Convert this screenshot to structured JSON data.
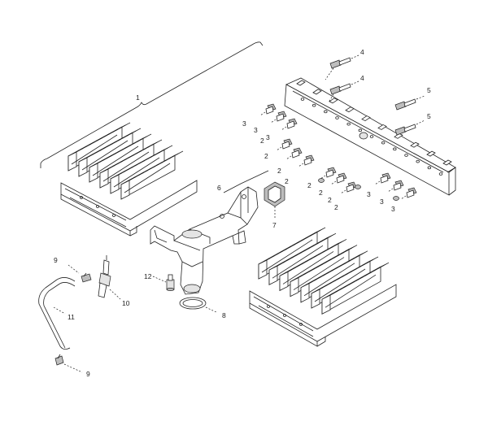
{
  "callouts": [
    {
      "id": "c1",
      "text": "1"
    },
    {
      "id": "c2a",
      "text": "2"
    },
    {
      "id": "c2b",
      "text": "2"
    },
    {
      "id": "c2c",
      "text": "2"
    },
    {
      "id": "c2d",
      "text": "2"
    },
    {
      "id": "c2e",
      "text": "2"
    },
    {
      "id": "c2f",
      "text": "2"
    },
    {
      "id": "c2g",
      "text": "2"
    },
    {
      "id": "c2h",
      "text": "2"
    },
    {
      "id": "c3a",
      "text": "3"
    },
    {
      "id": "c3b",
      "text": "3"
    },
    {
      "id": "c3c",
      "text": "3"
    },
    {
      "id": "c3d",
      "text": "3"
    },
    {
      "id": "c3e",
      "text": "3"
    },
    {
      "id": "c3f",
      "text": "3"
    },
    {
      "id": "c4a",
      "text": "4"
    },
    {
      "id": "c4b",
      "text": "4"
    },
    {
      "id": "c5a",
      "text": "5"
    },
    {
      "id": "c5b",
      "text": "5"
    },
    {
      "id": "c6",
      "text": "6"
    },
    {
      "id": "c7",
      "text": "7"
    },
    {
      "id": "c8",
      "text": "8"
    },
    {
      "id": "c9a",
      "text": "9"
    },
    {
      "id": "c9b",
      "text": "9"
    },
    {
      "id": "c10",
      "text": "10"
    },
    {
      "id": "c11",
      "text": "11"
    },
    {
      "id": "c12",
      "text": "12"
    }
  ]
}
